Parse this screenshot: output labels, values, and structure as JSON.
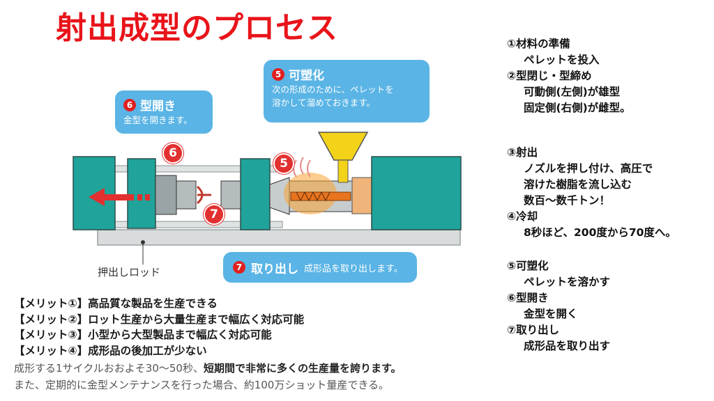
{
  "title": "射出成型のプロセス",
  "callouts": {
    "plasticize": {
      "num": "5",
      "heading": "可塑化",
      "body1": "次の形成のために、ペレットを",
      "body2": "溶かして溜めておきます。"
    },
    "mold_open": {
      "num": "6",
      "heading": "型開き",
      "body": "金型を開きます。"
    },
    "take_out": {
      "num": "7",
      "heading": "取り出し",
      "body": "成形品を取り出します。"
    }
  },
  "markers": {
    "m5": "5",
    "m6": "6",
    "m7": "7"
  },
  "rod_label": "押出しロッド",
  "steps": {
    "s1": "①材料の準備",
    "s1a": "ペレットを投入",
    "s2": "②型閉じ・型締め",
    "s2a": "可動側(左側)が雄型",
    "s2b": "固定側(右側)が雌型。",
    "s3": "③射出",
    "s3a": "ノズルを押し付け、高圧で",
    "s3b": "溶けた樹脂を流し込む",
    "s3c": "数百～数千トン！",
    "s4": "④冷却",
    "s4a": "8秒ほど、200度から70度へ。",
    "s5": "⑤可塑化",
    "s5a": "ペレットを溶かす",
    "s6": "⑥型開き",
    "s6a": "金型を開く",
    "s7": "⑦取り出し",
    "s7a": "成形品を取り出す"
  },
  "merits": [
    "【メリット①】高品質な製品を生産できる",
    "【メリット②】ロット生産から大量生産まで幅広く対応可能",
    "【メリット③】小型から大型製品まで幅広く対応可能",
    "【メリット④】成形品の後加工が少ない"
  ],
  "footer": {
    "line1_plain": "成形する1サイクルおおよそ30～50秒、",
    "line1_bold": "短期間で非常に多くの生産量を誇ります。",
    "line2": "また、定期的に金型メンテナンスを行った場合、約100万ショット量産できる。"
  },
  "colors": {
    "title": "#e8141a",
    "callout": "#5ab4e5",
    "machine": "#1fa39a",
    "marker": "#e23030"
  }
}
